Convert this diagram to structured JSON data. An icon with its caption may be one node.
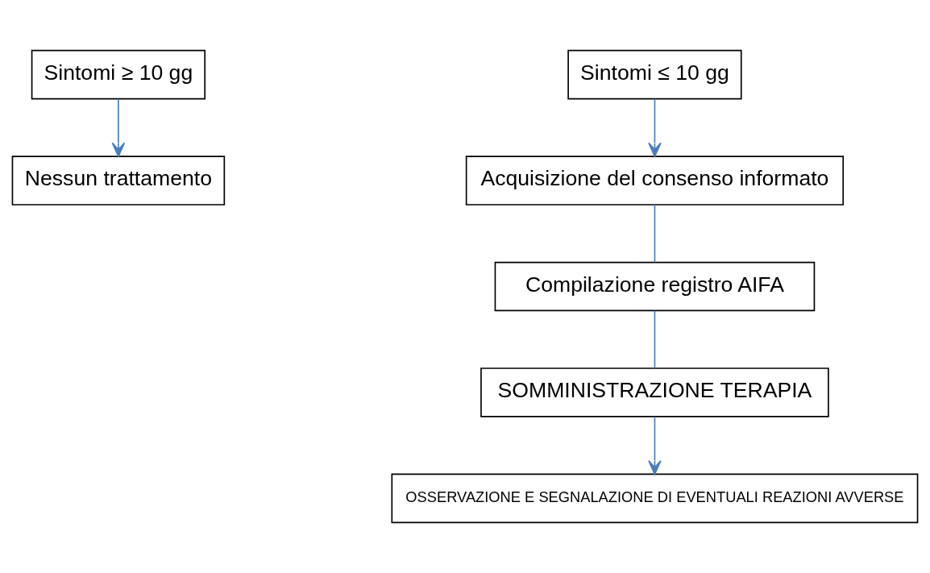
{
  "diagram": {
    "nodes": [
      {
        "text": [
          "Sintomi ≥ 10 gg"
        ]
      },
      {
        "text": [
          "Nessun trattamento"
        ]
      },
      {
        "text": [
          "Sintomi ≤ 10 gg"
        ]
      },
      {
        "text": [
          "Acquisizione del consenso informato"
        ]
      },
      {
        "text": [
          "Compilazione registro AIFA"
        ]
      },
      {
        "text": [
          "SOMMINISTRAZIONE TERAPIA"
        ]
      },
      {
        "text": [
          "OSSERVAZIONE E SEGNALAZIONE DI EVENTUALI REAZIONI AVVERSE"
        ]
      }
    ],
    "edges": [
      {
        "from": 0,
        "to": 1,
        "arrow": "to"
      },
      {
        "from": 2,
        "to": 3,
        "arrow": "to"
      },
      {
        "from": 3,
        "to": 4,
        "arrow": "none"
      },
      {
        "from": 4,
        "to": 5,
        "arrow": "none"
      },
      {
        "from": 5,
        "to": 6,
        "arrow": "to"
      }
    ]
  }
}
